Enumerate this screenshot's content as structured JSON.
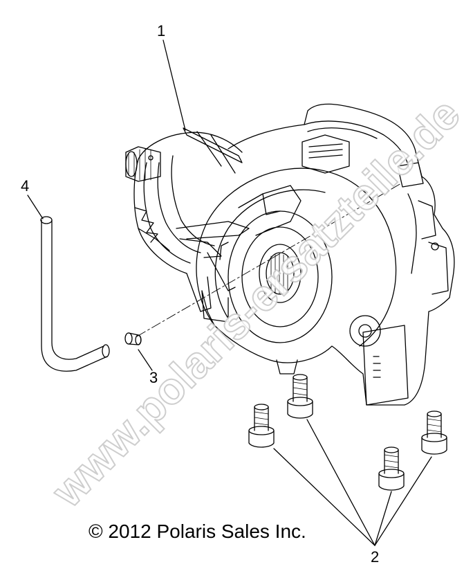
{
  "callouts": {
    "c1": "1",
    "c2": "2",
    "c3": "3",
    "c4": "4"
  },
  "copyright": "© 2012 Polaris Sales Inc.",
  "watermark": "www.polaris-ersatzteile.de",
  "colors": {
    "line": "#000000",
    "watermark_outline": "#c9c9c9",
    "background": "#ffffff"
  }
}
